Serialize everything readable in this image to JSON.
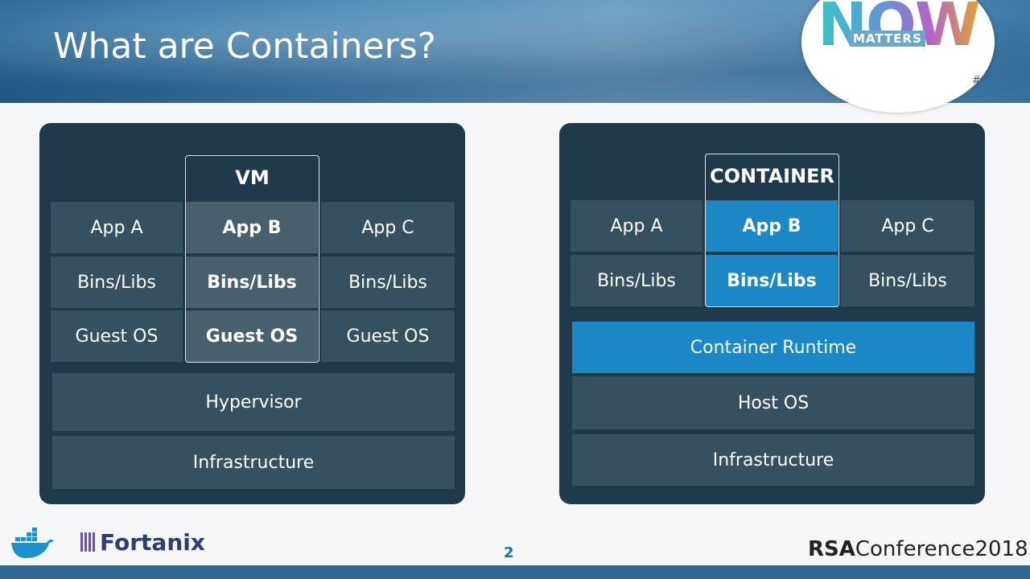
{
  "slide": {
    "title": "What are Containers?",
    "page_number": "2"
  },
  "badge": {
    "word": "NOW",
    "subword": "MATTERS",
    "hashtag": "#RSAC"
  },
  "vm_stack": {
    "frame_label": "VM",
    "rows": [
      [
        "App A",
        "App B",
        "App C"
      ],
      [
        "Bins/Libs",
        "Bins/Libs",
        "Bins/Libs"
      ],
      [
        "Guest OS",
        "Guest OS",
        "Guest OS"
      ]
    ],
    "hypervisor": "Hypervisor",
    "infrastructure": "Infrastructure"
  },
  "container_stack": {
    "frame_label": "CONTAINER",
    "rows": [
      [
        "App A",
        "App B",
        "App C"
      ],
      [
        "Bins/Libs",
        "Bins/Libs",
        "Bins/Libs"
      ]
    ],
    "runtime": "Container Runtime",
    "host_os": "Host OS",
    "infrastructure": "Infrastructure"
  },
  "footer": {
    "fortanix": "Fortanix",
    "rsa_prefix": "RSA",
    "rsa_suffix": "Conference2018"
  },
  "colors": {
    "panel": "#1f3a4b",
    "cell": "#35505f",
    "highlight": "#48606d",
    "accent_blue": "#1b87c4"
  }
}
